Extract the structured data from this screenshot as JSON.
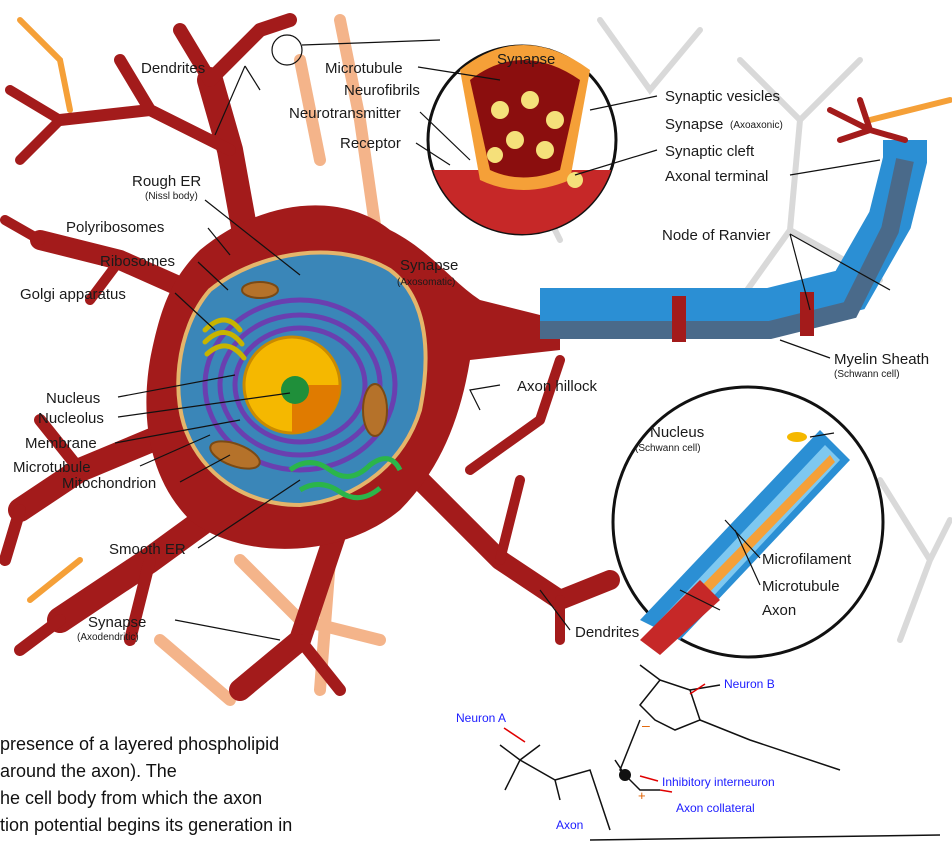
{
  "labels": {
    "dendrites_top": "Dendrites",
    "rough_er": "Rough ER",
    "rough_er_sub": "(Nissl body)",
    "polyribosomes": "Polyribosomes",
    "ribosomes": "Ribosomes",
    "golgi": "Golgi apparatus",
    "nucleus": "Nucleus",
    "nucleolus": "Nucleolus",
    "membrane": "Membrane",
    "microtubule_left": "Microtubule",
    "mitochondrion": "Mitochondrion",
    "smooth_er": "Smooth ER",
    "synapse_axodendritic": "Synapse",
    "synapse_axodendritic_sub": "(Axodendritic)",
    "microtubule_top": "Microtubule",
    "neurofibrils": "Neurofibrils",
    "neurotransmitter": "Neurotransmitter",
    "receptor": "Receptor",
    "synapse_top": "Synapse",
    "synaptic_vesicles": "Synaptic vesicles",
    "synapse_axoaxonic": "Synapse",
    "synapse_axoaxonic_sub": "(Axoaxonic)",
    "synaptic_cleft": "Synaptic cleft",
    "axonal_terminal": "Axonal terminal",
    "synapse_axosomatic": "Synapse",
    "synapse_axosomatic_sub": "(Axosomatic)",
    "node_of_ranvier": "Node of Ranvier",
    "myelin_sheath": "Myelin Sheath",
    "myelin_sheath_sub": "(Schwann cell)",
    "axon_hillock": "Axon hillock",
    "nucleus_schwann": "Nucleus",
    "nucleus_schwann_sub": "(Schwann cell)",
    "microfilament": "Microfilament",
    "microtubule_right": "Microtubule",
    "axon": "Axon",
    "dendrites_bottom": "Dendrites"
  },
  "small_diagram": {
    "neuron_a": "Neuron A",
    "neuron_b": "Neuron B",
    "inhibitory_interneuron": "Inhibitory interneuron",
    "axon_collateral": "Axon collateral",
    "axon": "Axon",
    "minus_sign": "–",
    "plus_sign": "+"
  },
  "body_text": {
    "line1": "presence of a layered phospholipid",
    "line2": "around the axon). The",
    "line3": "he cell body from which the axon",
    "line4": "tion potential begins its generation in"
  },
  "colors": {
    "neuron_red": "#a31b1b",
    "cytoplasm_blue": "#3a86b8",
    "myelin_blue": "#2b8fd4",
    "nucleus_purple": "#4b2a8c",
    "nucleus_yellow": "#f5b800",
    "peach": "#f4b48a",
    "orange": "#f5a038",
    "label_blue": "#1c1cff"
  }
}
